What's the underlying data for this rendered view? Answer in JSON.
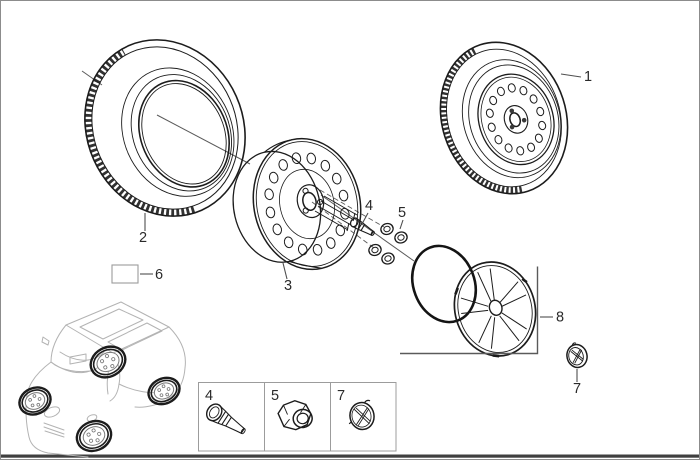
{
  "callouts": {
    "c1": "1",
    "c2": "2",
    "c3": "3",
    "c4": "4",
    "c5": "5",
    "c6": "6",
    "c7": "7",
    "c8": "8"
  },
  "legend": [
    {
      "label": "4",
      "part": "tire-valve-icon"
    },
    {
      "label": "5",
      "part": "wheel-nut-icon"
    },
    {
      "label": "7",
      "part": "center-cap-icon"
    }
  ],
  "parts": [
    {
      "callout": "1",
      "name": "complete-wheel-with-tire"
    },
    {
      "callout": "2",
      "name": "tire"
    },
    {
      "callout": "3",
      "name": "steel-rim"
    },
    {
      "callout": "4",
      "name": "tire-valve"
    },
    {
      "callout": "5",
      "name": "wheel-nut"
    },
    {
      "callout": "6",
      "name": "label-plate"
    },
    {
      "callout": "7",
      "name": "center-cap"
    },
    {
      "callout": "8",
      "name": "wheel-cover-with-trim-ring"
    }
  ],
  "colors": {
    "background": "#ffffff",
    "frame": "#8c8c8c",
    "bottom_bar": "#3f3f3f",
    "ink": "#1c1c1c",
    "leader": "#4f4f4f",
    "box_border": "#9c9c9c",
    "vehicle_line": "#b3b3b3"
  }
}
